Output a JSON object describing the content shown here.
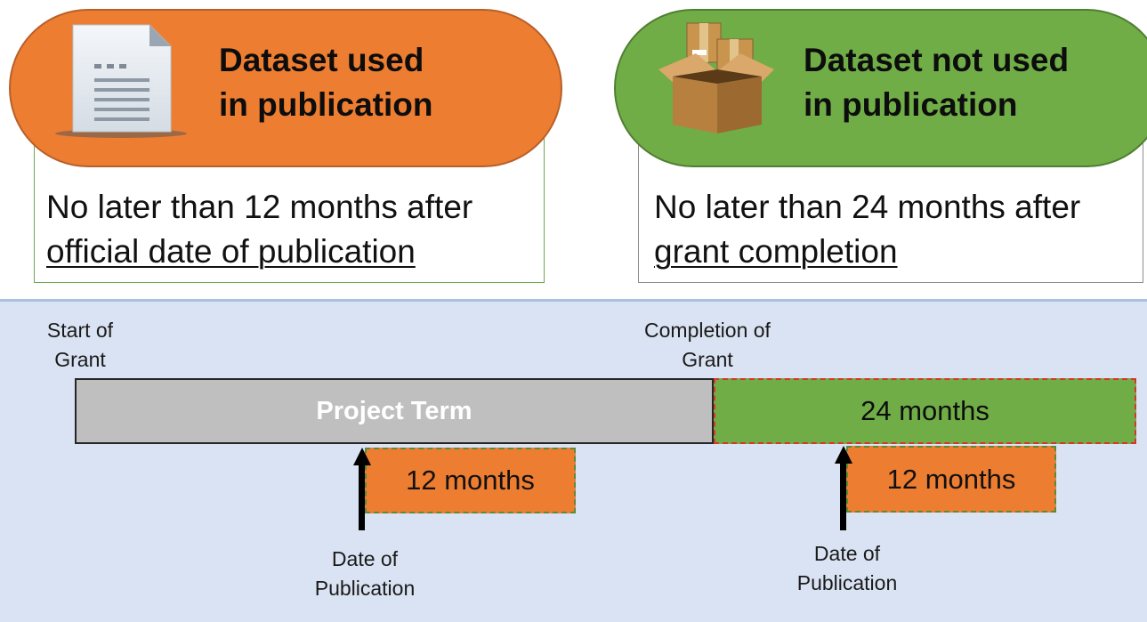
{
  "cards": {
    "used": {
      "title": "Dataset used\nin publication",
      "rule_prefix": "No later than 12 months after",
      "rule_underlined": "official date of publication",
      "icon": "document-icon",
      "color": "#ed7d31"
    },
    "not_used": {
      "title": "Dataset not used\nin publication",
      "rule_prefix": "No later than 24 months after",
      "rule_underlined": "grant completion",
      "icon": "open-box-icon",
      "color": "#70ad47"
    }
  },
  "timeline": {
    "start_label": "Start of\nGrant",
    "completion_label": "Completion of\nGrant",
    "project_term": "Project Term",
    "after_completion": "24 months",
    "pub_window_1": "12 months",
    "pub_window_2": "12 months",
    "pub_label_1": "Date of\nPublication",
    "pub_label_2": "Date of\nPublication",
    "panel_color": "#dae3f3"
  }
}
